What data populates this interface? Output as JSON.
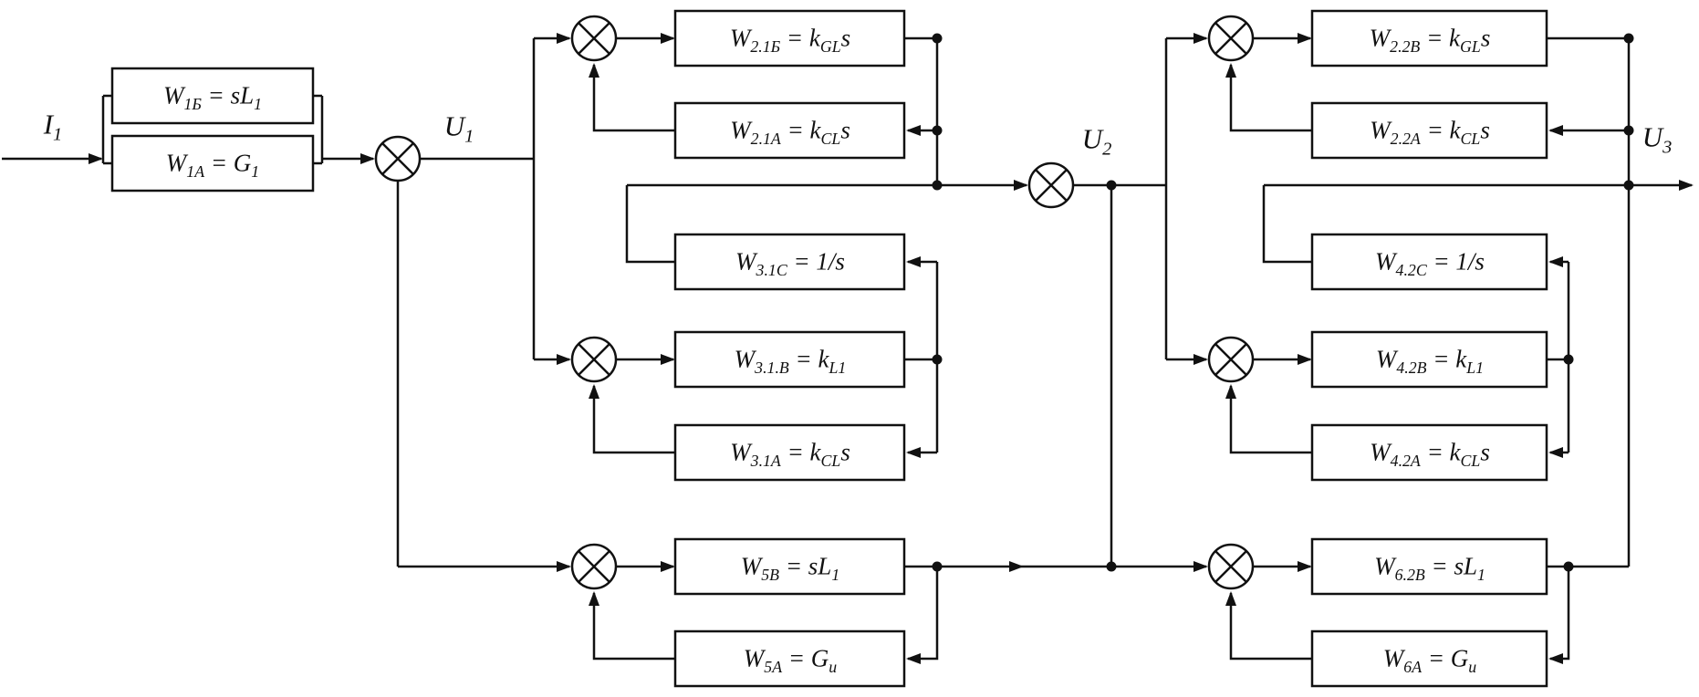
{
  "diagram": {
    "background": "#ffffff",
    "line_color": "#111111",
    "signals": {
      "i1": "I_{1}",
      "u1": "U_{1}",
      "u2": "U_{2}",
      "u3": "U_{3}"
    },
    "blocks": {
      "w1b": "W_{1Б} = sL_{1}",
      "w1a": "W_{1А} = G_{1}",
      "w21b": "W_{2.1Б} = k_{GL}s",
      "w21a": "W_{2.1А} = k_{CL}s",
      "w31c": "W_{3.1С} = 1/s",
      "w31v": "W_{3.1.В} = k_{L1}",
      "w31a": "W_{3.1А} = k_{CL}s",
      "w5v": "W_{5В} = sL_{1}",
      "w5a": "W_{5А} = G_{и}",
      "w22v": "W_{2.2В} = k_{GL}s",
      "w22a": "W_{2.2А} = k_{CL}s",
      "w42c": "W_{4.2С} = 1/s",
      "w42v": "W_{4.2В} = k_{L1}",
      "w42a": "W_{4.2А} = k_{CL}s",
      "w62v": "W_{6.2В} = sL_{1}",
      "w6a": "W_{6А} = G_{и}"
    }
  }
}
